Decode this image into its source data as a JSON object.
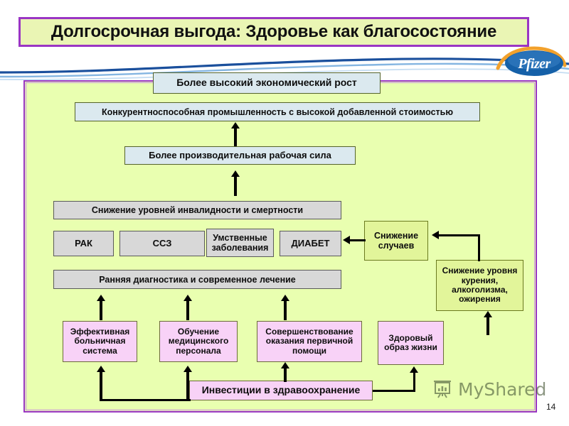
{
  "slide": {
    "title": "Долгосрочная выгода: Здоровье как благосостояние",
    "page_number": "14",
    "watermark": "MyShared",
    "brand_logo": "pfizer-logo",
    "colors": {
      "title_fill": "#eaf5b4",
      "frame_border": "#9a35c4",
      "canvas": "#e9ffb0",
      "blue_box": "#dbe9ef",
      "gray_box": "#d8d8d8",
      "green_box": "#e2f59a",
      "pink_box": "#f8d2f7",
      "arrow": "#000000",
      "brand_blue": "#0a5aa0",
      "brand_orange": "#f0a022"
    }
  },
  "nodes": {
    "economic_growth": "Более высокий экономический рост",
    "competitive_industry": "Конкурентноспособная промышленность с высокой добавленной стоимостью",
    "productive_workforce": "Более производительная рабочая сила",
    "reduce_disability": "Снижение уровней инвалидности и смертности",
    "cancer": "РАК",
    "cvd": "ССЗ",
    "mental_illness": "Умственные заболевания",
    "diabetes": "ДИАБЕТ",
    "early_diagnosis": "Ранняя диагностика и современное лечение",
    "reduce_cases": "Снижение случаев",
    "reduce_risk_factors": "Снижение уровня курения, алкоголизма, ожирения",
    "effective_hospital": "Эффективная больничная система",
    "staff_training": "Обучение медицинского персонала",
    "primary_care": "Совершенствование оказания первичной помощи",
    "healthy_lifestyle": "Здоровый образ жизни",
    "investment": "Инвестиции в здравоохранение"
  }
}
